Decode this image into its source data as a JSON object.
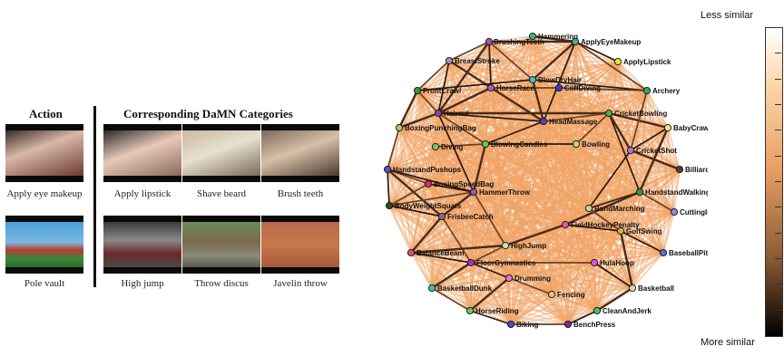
{
  "left_panel": {
    "action_header": "Action",
    "categories_header": "Corresponding DaMN Categories",
    "rows": [
      {
        "action": {
          "caption": "Apply eye makeup",
          "scene": "makeup"
        },
        "related": [
          {
            "caption": "Apply lipstick",
            "scene": "lipstick"
          },
          {
            "caption": "Shave beard",
            "scene": "shave"
          },
          {
            "caption": "Brush teeth",
            "scene": "teeth"
          }
        ]
      },
      {
        "action": {
          "caption": "Pole vault",
          "scene": "polevault"
        },
        "related": [
          {
            "caption": "High jump",
            "scene": "highjump"
          },
          {
            "caption": "Throw discus",
            "scene": "discus"
          },
          {
            "caption": "Javelin throw",
            "scene": "javelin"
          }
        ]
      }
    ]
  },
  "colorbar": {
    "top_label": "Less similar",
    "bottom_label": "More similar",
    "colors": {
      "top": "#ffffff",
      "upper": "#fcd7ab",
      "middle": "#e9a064",
      "lower": "#8a5a34",
      "bottom": "#000000"
    }
  },
  "graph": {
    "edge_color": "#f1a466",
    "strong_edge_colors": [
      "#4a2a18",
      "#6b4024",
      "#2a1a10"
    ],
    "nodes": [
      {
        "name": "Hammering",
        "color": "#3cb48c"
      },
      {
        "name": "BrushingTeeth",
        "color": "#9b59b6"
      },
      {
        "name": "ApplyEyeMakeup",
        "color": "#3cb48c"
      },
      {
        "name": "BreastStroke",
        "color": "#a98cc4"
      },
      {
        "name": "ApplyLipstick",
        "color": "#d8e830"
      },
      {
        "name": "FrontCrawl",
        "color": "#2ca02c"
      },
      {
        "name": "HorseRace",
        "color": "#a062c8"
      },
      {
        "name": "BlowDryHair",
        "color": "#2ec4d2"
      },
      {
        "name": "CliffDiving",
        "color": "#3340c8"
      },
      {
        "name": "Archery",
        "color": "#27ae60"
      },
      {
        "name": "Haircut",
        "color": "#8e44ad"
      },
      {
        "name": "HeadMassage",
        "color": "#5b3cc4"
      },
      {
        "name": "CricketBowling",
        "color": "#4caf50"
      },
      {
        "name": "BabyCrawling",
        "color": "#f1e47a"
      },
      {
        "name": "BoxingPunchingBag",
        "color": "#9ccf6b"
      },
      {
        "name": "Diving",
        "color": "#76c76a"
      },
      {
        "name": "BlowingCandles",
        "color": "#58d050"
      },
      {
        "name": "Bowling",
        "color": "#b5d88a"
      },
      {
        "name": "CricketShot",
        "color": "#9b7ad6"
      },
      {
        "name": "Billiards",
        "color": "#444444"
      },
      {
        "name": "HandstandPushups",
        "color": "#5b4bd0"
      },
      {
        "name": "BoxingSpeedBag",
        "color": "#d0307a"
      },
      {
        "name": "HammerThrow",
        "color": "#8a5cc4"
      },
      {
        "name": "HandstandWalking",
        "color": "#2e9e4e"
      },
      {
        "name": "BodyWeightSquats",
        "color": "#2f4a20"
      },
      {
        "name": "BandMarching",
        "color": "#cfd09a"
      },
      {
        "name": "CuttingInKitchen",
        "color": "#8f84e0"
      },
      {
        "name": "FrisbeeCatch",
        "color": "#8a6a8a"
      },
      {
        "name": "FieldHockeyPenalty",
        "color": "#e05aa8"
      },
      {
        "name": "GolfSwing",
        "color": "#c8b64a"
      },
      {
        "name": "HighJump",
        "color": "#b8e8b0"
      },
      {
        "name": "BalanceBeam",
        "color": "#e0507a"
      },
      {
        "name": "BaseballPitch",
        "color": "#5b6ad0"
      },
      {
        "name": "FloorGymnastics",
        "color": "#b030c8"
      },
      {
        "name": "HulaHoop",
        "color": "#e850e8"
      },
      {
        "name": "Drumming",
        "color": "#e878c8"
      },
      {
        "name": "BasketballDunk",
        "color": "#34c4c4"
      },
      {
        "name": "Fencing",
        "color": "#d8c87a"
      },
      {
        "name": "Basketball",
        "color": "#d8d8a8"
      },
      {
        "name": "HorseRiding",
        "color": "#5acf6a"
      },
      {
        "name": "CleanAndJerk",
        "color": "#3ac47a"
      },
      {
        "name": "Biking",
        "color": "#4a4ad0"
      },
      {
        "name": "BenchPress",
        "color": "#7a2a9a"
      }
    ],
    "strong_edges": [
      [
        "BrushingTeeth",
        "ApplyEyeMakeup"
      ],
      [
        "BrushingTeeth",
        "BreastStroke"
      ],
      [
        "BrushingTeeth",
        "HorseRace"
      ],
      [
        "BrushingTeeth",
        "Haircut"
      ],
      [
        "BrushingTeeth",
        "BlowDryHair"
      ],
      [
        "ApplyEyeMakeup",
        "ApplyLipstick"
      ],
      [
        "ApplyEyeMakeup",
        "Hammering"
      ],
      [
        "ApplyEyeMakeup",
        "Archery"
      ],
      [
        "ApplyEyeMakeup",
        "HeadMassage"
      ],
      [
        "ApplyEyeMakeup",
        "BlowDryHair"
      ],
      [
        "BreastStroke",
        "FrontCrawl"
      ],
      [
        "BreastStroke",
        "Haircut"
      ],
      [
        "BreastStroke",
        "HeadMassage"
      ],
      [
        "FrontCrawl",
        "Haircut"
      ],
      [
        "FrontCrawl",
        "BlowDryHair"
      ],
      [
        "HorseRace",
        "Haircut"
      ],
      [
        "HorseRace",
        "CliffDiving"
      ],
      [
        "BlowDryHair",
        "Archery"
      ],
      [
        "BlowDryHair",
        "HeadMassage"
      ],
      [
        "CliffDiving",
        "Archery"
      ],
      [
        "Haircut",
        "HeadMassage"
      ],
      [
        "Haircut",
        "BoxingPunchingBag"
      ],
      [
        "Haircut",
        "BlowingCandles"
      ],
      [
        "Haircut",
        "HammerThrow"
      ],
      [
        "Haircut",
        "CricketBowling"
      ],
      [
        "HeadMassage",
        "CricketBowling"
      ],
      [
        "HeadMassage",
        "BlowingCandles"
      ],
      [
        "CricketBowling",
        "BabyCrawling"
      ],
      [
        "CricketBowling",
        "Bowling"
      ],
      [
        "CricketBowling",
        "HandstandWalking"
      ],
      [
        "CricketBowling",
        "CricketShot"
      ],
      [
        "Archery",
        "CricketShot"
      ],
      [
        "BabyCrawling",
        "CricketShot"
      ],
      [
        "BabyCrawling",
        "HandstandWalking"
      ],
      [
        "Diving",
        "BlowingCandles"
      ],
      [
        "BlowingCandles",
        "Bowling"
      ],
      [
        "BlowingCandles",
        "HammerThrow"
      ],
      [
        "HandstandPushups",
        "BoxingSpeedBag"
      ],
      [
        "HandstandPushups",
        "HammerThrow"
      ],
      [
        "HandstandPushups",
        "FrisbeeCatch"
      ],
      [
        "BoxingSpeedBag",
        "BodyWeightSquats"
      ],
      [
        "BoxingSpeedBag",
        "HammerThrow"
      ],
      [
        "HammerThrow",
        "FrisbeeCatch"
      ],
      [
        "HammerThrow",
        "BodyWeightSquats"
      ],
      [
        "BodyWeightSquats",
        "FrisbeeCatch"
      ],
      [
        "FrisbeeCatch",
        "BalanceBeam"
      ],
      [
        "FrisbeeCatch",
        "FloorGymnastics"
      ],
      [
        "BalanceBeam",
        "FloorGymnastics"
      ],
      [
        "BalanceBeam",
        "HighJump"
      ],
      [
        "HandstandWalking",
        "CuttingInKitchen"
      ],
      [
        "HandstandWalking",
        "BandMarching"
      ],
      [
        "HandstandWalking",
        "FieldHockeyPenalty"
      ],
      [
        "BandMarching",
        "GolfSwing"
      ],
      [
        "GolfSwing",
        "FieldHockeyPenalty"
      ],
      [
        "FieldHockeyPenalty",
        "HighJump"
      ],
      [
        "FloorGymnastics",
        "HulaHoop"
      ],
      [
        "FloorGymnastics",
        "Drumming"
      ],
      [
        "FloorGymnastics",
        "BasketballDunk"
      ],
      [
        "HighJump",
        "FloorGymnastics"
      ],
      [
        "HulaHoop",
        "Basketball"
      ],
      [
        "GolfSwing",
        "Basketball"
      ],
      [
        "BasketballDunk",
        "HorseRiding"
      ],
      [
        "HorseRiding",
        "Biking"
      ],
      [
        "HorseRiding",
        "Drumming"
      ],
      [
        "Biking",
        "BenchPress"
      ],
      [
        "BenchPress",
        "CleanAndJerk"
      ],
      [
        "CleanAndJerk",
        "Basketball"
      ],
      [
        "Drumming",
        "Fencing"
      ],
      [
        "BaseballPitch",
        "GolfSwing"
      ],
      [
        "Billiards",
        "CricketShot"
      ],
      [
        "BoxingPunchingBag",
        "HandstandPushups"
      ],
      [
        "HandstandPushups",
        "BodyWeightSquats"
      ],
      [
        "FrontCrawl",
        "BoxingPunchingBag"
      ],
      [
        "HammerThrow",
        "HighJump"
      ],
      [
        "CricketShot",
        "BandMarching"
      ]
    ]
  }
}
